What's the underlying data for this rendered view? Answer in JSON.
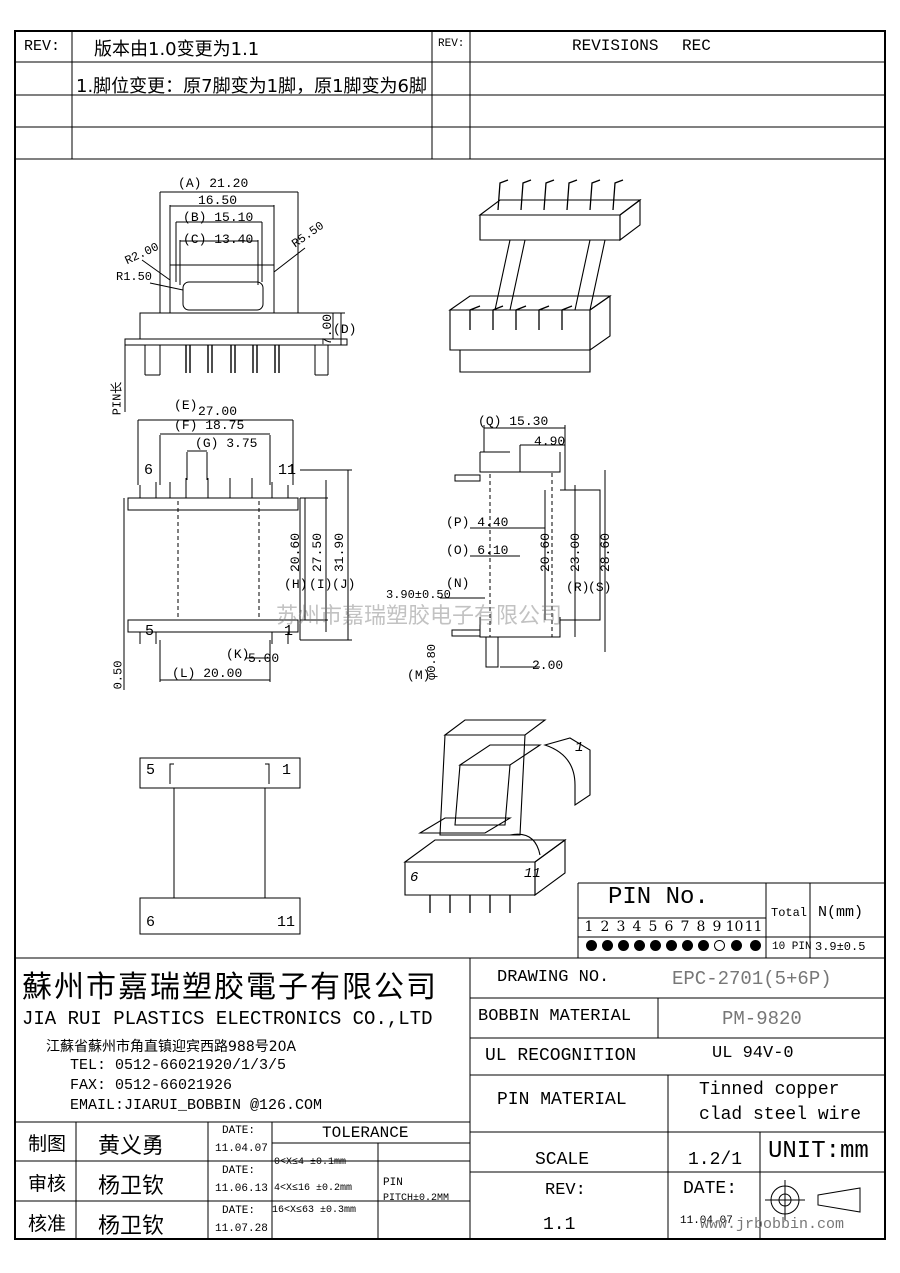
{
  "revision_block": {
    "rev_label_left": "REV:",
    "rev_label_right": "REV:",
    "revisions_header": "REVISIONS",
    "rec_header": "REC",
    "row1": "版本由1.0变更为1.1",
    "row2": "1.脚位变更：原7脚变为1脚，原1脚变为6脚"
  },
  "dimensions": {
    "A": "A",
    "B": "B",
    "C": "C",
    "D": "D",
    "E": "E",
    "F": "F",
    "G": "G",
    "H": "H",
    "I": "I",
    "J": "J",
    "K": "K",
    "L": "L",
    "M": "M",
    "N": "N",
    "O": "O",
    "P": "P",
    "Q": "Q",
    "R": "R",
    "S": "S",
    "a_val": "21.20",
    "w1650": "16.50",
    "b_val": "15.10",
    "c_val": "13.40",
    "r200": "R2.00",
    "r150": "R1.50",
    "r550": "R5.50",
    "d_val": "7.00",
    "pin_len": "PIN长",
    "e_val": "27.00",
    "f_val": "18.75",
    "g_val": "3.75",
    "h_val": "20.60",
    "i_val": "27.50",
    "j_val": "31.90",
    "k_val": "5.00",
    "l_val": "20.00",
    "left050": "0.50",
    "q_val": "15.30",
    "w490": "4.90",
    "p_val": "4.40",
    "o_val": "6.10",
    "n_val": "3.90±0.50",
    "m_val": "φ0.80",
    "w200": "2.00",
    "v2060": "20.60",
    "v2300": "23.00",
    "v2860": "28.60",
    "pin6": "6",
    "pin11": "11",
    "pin5": "5",
    "pin1": "1"
  },
  "pin_table": {
    "title": "PIN No.",
    "numbers": [
      "1",
      "2",
      "3",
      "4",
      "5",
      "6",
      "7",
      "8",
      "9",
      "10",
      "11"
    ],
    "filled": [
      true,
      true,
      true,
      true,
      true,
      true,
      true,
      true,
      false,
      true,
      true
    ],
    "total_label": "Total",
    "n_label": "N(mm)",
    "pins_count": "10 PIN",
    "n_value": "3.9±0.5"
  },
  "company": {
    "name_cn": "蘇州市嘉瑞塑胶電子有限公司",
    "name_en": "JIA RUI PLASTICS ELECTRONICS CO.,LTD",
    "address": "江蘇省蘇州市角直镇迎宾西路988号20A",
    "tel": "TEL: 0512-66021920/1/3/5",
    "fax": "FAX: 0512-66021926",
    "email": "EMAIL:JIARUI_BOBBIN @126.COM"
  },
  "title_block": {
    "drawing_no_label": "DRAWING  NO.",
    "drawing_no": "EPC-2701(5+6P)",
    "bobbin_material_label": "BOBBIN  MATERIAL",
    "bobbin_material": "PM-9820",
    "ul_label": "UL RECOGNITION",
    "ul_value": "UL 94V-0",
    "pin_material_label": "PIN MATERIAL",
    "pin_material_1": "Tinned copper",
    "pin_material_2": "clad steel wire",
    "scale_label": "SCALE",
    "scale_value": "1.2/1",
    "unit": "UNIT:mm",
    "rev_label": "REV:",
    "rev_value": "1.1",
    "date_label": "DATE:",
    "date_value": "11.04.07"
  },
  "signoff": [
    {
      "role": "制图",
      "name": "黄义勇",
      "date_label": "DATE:",
      "date": "11.04.07"
    },
    {
      "role": "审核",
      "name": "杨卫钦",
      "date_label": "DATE:",
      "date": "11.06.13"
    },
    {
      "role": "核准",
      "name": "杨卫钦",
      "date_label": "DATE:",
      "date": "11.07.28"
    }
  ],
  "tolerance": {
    "title": "TOLERANCE",
    "rows": [
      "0<X≤4  ±0.1mm",
      "4<X≤16 ±0.2mm",
      "16<X≤63 ±0.3mm"
    ],
    "pin_label": "PIN",
    "pitch": "PITCH±0.2MM"
  },
  "watermark_main": "苏州市嘉瑞塑胶电子有限公司",
  "watermark_url": "www.jrbobbin.com"
}
